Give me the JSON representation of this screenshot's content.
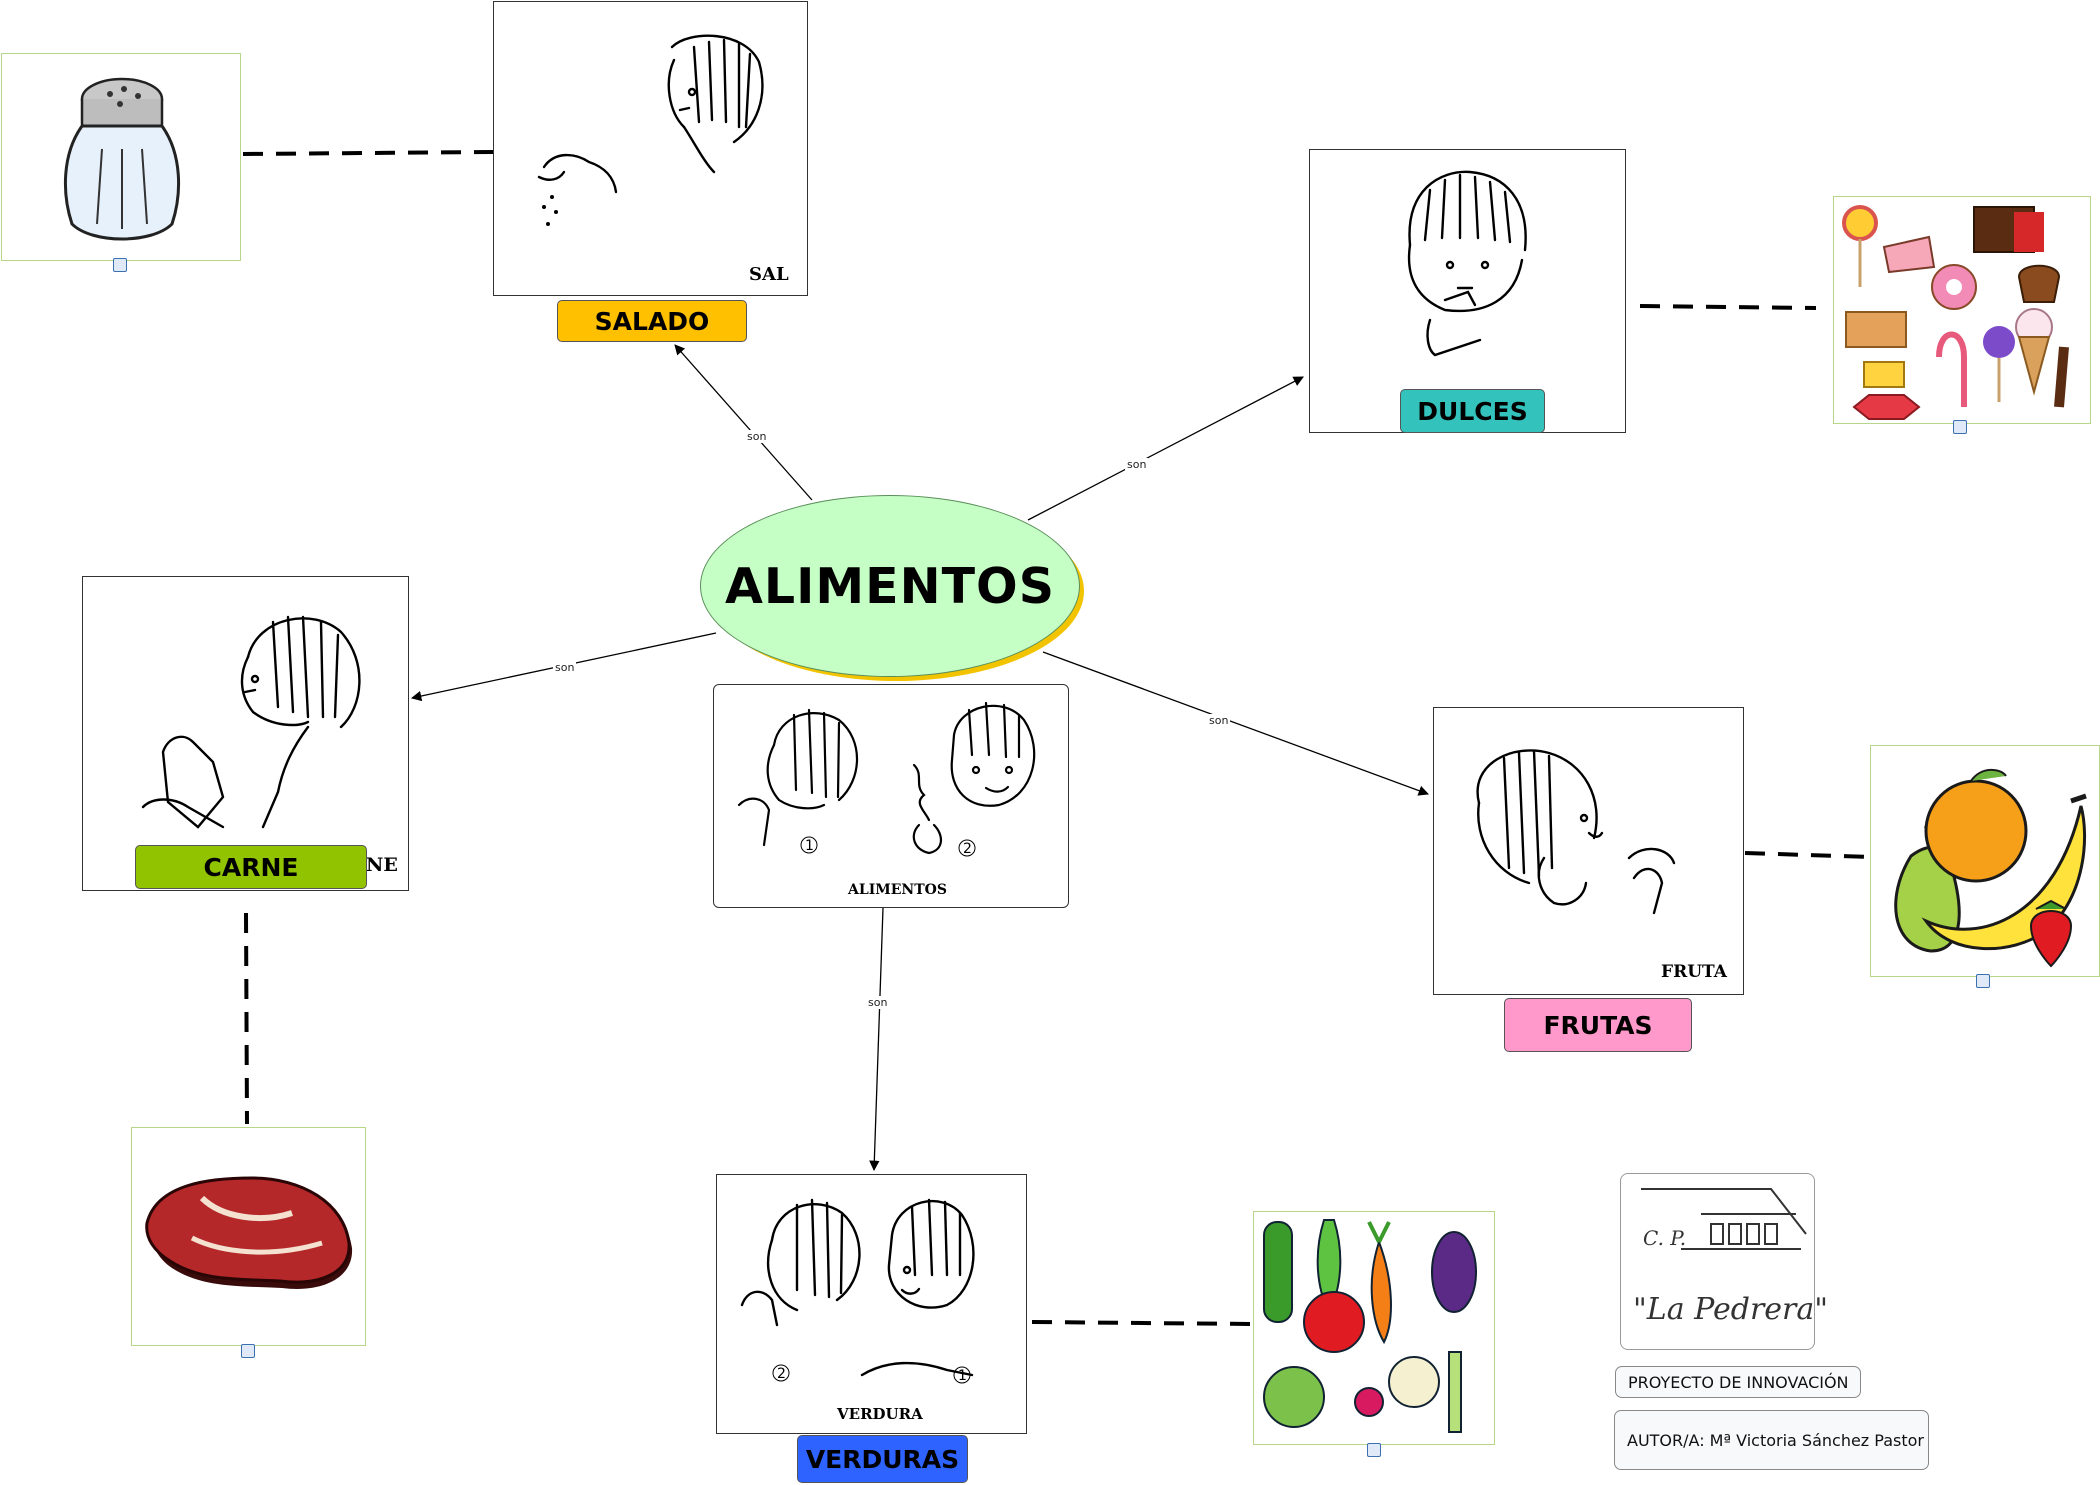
{
  "central": {
    "label": "ALIMENTOS",
    "sign_caption": "ALIMENTOS"
  },
  "connector_label": "son",
  "categories": [
    {
      "id": "salado",
      "label": "SALADO",
      "sign_caption": "SAL",
      "color": "#ffc000"
    },
    {
      "id": "dulces",
      "label": "DULCES",
      "sign_caption": "",
      "color": "#33c2bc"
    },
    {
      "id": "carne",
      "label": "CARNE",
      "sign_caption": "NE",
      "color": "#92c300"
    },
    {
      "id": "frutas",
      "label": "FRUTAS",
      "sign_caption": "FRUTA",
      "color": "#ff99cc"
    },
    {
      "id": "verduras",
      "label": "VERDURAS",
      "sign_caption": "VERDURA",
      "color": "#2f63ff"
    }
  ],
  "info": {
    "school_logo_line1": "C. P.",
    "school_logo_line2": "\"La Pedrera\"",
    "project": "PROYECTO DE INNOVACIÓN",
    "author": "AUTOR/A: Mª Victoria Sánchez Pastor"
  },
  "colors": {
    "central_fill": "#c6ffc6",
    "central_shadow": "#f2c400",
    "picture_border": "#b7d68a"
  }
}
